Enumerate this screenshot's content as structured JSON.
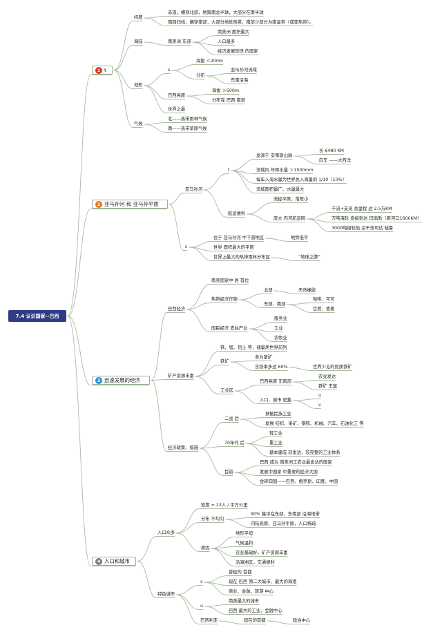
{
  "root": "7.4 认识国家--巴西",
  "colors": {
    "root_bg": "#2f3b83",
    "line": "#a7bba1",
    "n1": "#d9361e",
    "n2": "#e96f1f",
    "n3": "#2a8fd0",
    "n4": "#7c7c7c"
  },
  "b1": {
    "num": "1",
    "label": "t",
    "latitude": "纬度",
    "lat_a": "赤道，横穿北部，地跨南北半球，大部分在南半球",
    "lat_b": "南回归线，横穿南部，大部分地处热带，南部少部分为南温带（或亚热带）。",
    "sealand": "海陆",
    "sa_east": "南美洲 东部",
    "s1": "南美洲 面积最大",
    "s2": "人口最多",
    "s3": "经济发展较快 的国家",
    "terrain": "地形",
    "s_plain": "s",
    "alt_lt": "海拔 ＜200m",
    "dist": "分布",
    "d1": "亚马孙河流域",
    "d2": "东南沿海",
    "plateau": "巴西高原",
    "alt_gt": "海拔 ＞500m",
    "pl_dist": "分布在 巴西 南部",
    "largest": "世界之最",
    "climate": "气候",
    "c1": "北——热带雨林气候",
    "c2": "南——热带草原气候"
  },
  "b2": {
    "num": "2",
    "label": "亚马孙河 和 亚马孙平原",
    "amazon": "亚马孙河",
    "t": "t",
    "source": "发源于 安第斯山脉",
    "length": "长 6480 KM",
    "flow": "向东 ——大西洋",
    "basin": "流域内 年降水量 ＞1500mm",
    "share": "每年入海水量为世界总入海量的 1/10（10%）",
    "area": "流域面积最广、水量最大",
    "nav": "航运便利",
    "n1": "流经平原，落差小",
    "n2": "庞大 内河航运网",
    "n2a": "干流+支流 总里程 达 2.5万KM",
    "n2b": "万吨海轮 直接到达 玛瑙斯（距河口1600KM）",
    "n2c": "3000吨级轮船 沿干流可达 秘鲁",
    "s": "s",
    "p1": "位于 亚马孙河 中下游地区",
    "p1b": "地势低平",
    "p2": "世界 面积最大的平原",
    "p3": "世界上最大的热带雨林分布区",
    "p3b": "“地球之肺”"
  },
  "b3": {
    "num": "3",
    "label": "迅速发展的经济",
    "econ": "巴西经济",
    "e1": "南美国家中 居 首位",
    "crops": "热带经济作物",
    "north": "北部",
    "rubber": "天然橡胶",
    "se": "东部、南部",
    "coffee": "咖啡、可可",
    "cane": "甘蔗、香蕉",
    "pillar": "国民经济 支柱产业",
    "svc": "服务业",
    "ind": "工业",
    "agr": "农牧业",
    "mineral": "矿产资源丰富",
    "m1": "铁、锰、铝土 等，储量居世界前列",
    "iron": "铁矿",
    "i1": "多为富矿",
    "i2": "含铁率多达 60%",
    "i2b": "世界少见的优质铁矿",
    "indz": "工业区",
    "z1": "巴西高原 东南部",
    "z1a": "农业发达",
    "z1b": "铁矿 丰富",
    "z2": "人口、城市 密集",
    "z2a": "u",
    "z2b": "v",
    "policy": "经济政策、措施",
    "ww2": "二战 后",
    "w1": "扶植民族工业",
    "w2": "发展 纺织、采矿、钢铁、机械、汽车、石油化工 等",
    "y70": "70年代 后",
    "y1": "轻工业",
    "y2": "重工业",
    "y3": "基本建成 较发达、较完整的工业体系",
    "now": "目前",
    "now1": "巴西 成为 南美洲工农业最发达的国家",
    "now2": "发展中国家 中重要的经济大国",
    "now3": "金砖四国——巴西、俄罗斯、印度、中国"
  },
  "b4": {
    "num": "4",
    "label": "人口和城市",
    "pop": "人口众多",
    "density": "密度 ≈ 23人 / 平方公里",
    "uneven": "分布 不均匀",
    "u1": "90% 集中在东部、东南部 沿海地带",
    "u2": "内陆高原、亚马孙平原，人口稀疏",
    "reason": "原因",
    "r1": "地形平坦",
    "r2": "气候温和",
    "r3": "农业基础好，矿产资源丰富",
    "r4": "沿海地区，交通便利",
    "cities": "特色城市",
    "v": "v",
    "v1": "曾经的 首都",
    "v2": "现在 巴西 第二大城市、最大的海港",
    "v3": "商业、金融、旅游 中心",
    "u": "u",
    "ua": "南美最大的城市",
    "ub": "巴西 最大的工业、金融中心",
    "brasilia": "巴西利亚",
    "bra1": "现在的首都",
    "bra2": "政治中心"
  }
}
